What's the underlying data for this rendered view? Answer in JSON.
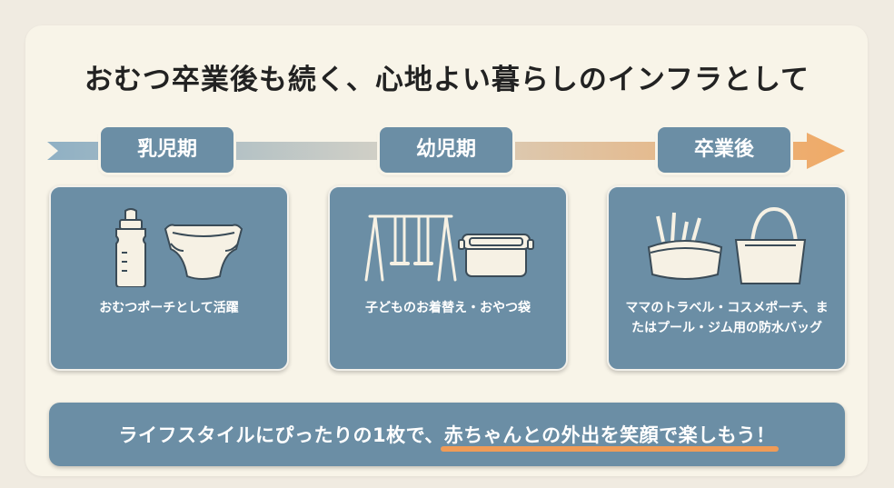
{
  "title": "おむつ卒業後も続く、心地よい暮らしのインフラとして",
  "stages": [
    {
      "label": "乳児期"
    },
    {
      "label": "幼児期"
    },
    {
      "label": "卒業後"
    }
  ],
  "cards": [
    {
      "description": "おむつポーチとして活躍",
      "icons": [
        "baby-bottle-icon",
        "diaper-icon"
      ]
    },
    {
      "description": "子どものお着替え・おやつ袋",
      "icons": [
        "swing-icon",
        "lunch-box-icon"
      ]
    },
    {
      "description": "ママのトラベル・コスメポーチ、またはプール・ジム用の防水バッグ",
      "icons": [
        "cosmetic-pouch-icon",
        "tote-bag-icon"
      ]
    }
  ],
  "bottom": {
    "text_before": "ライフスタイルにぴったりの1枚で、",
    "text_highlight": "赤ちゃんとの外出を笑顔で楽しもう！"
  },
  "colors": {
    "background": "#f0ebe1",
    "panel": "#f8f4e8",
    "card": "#6b8ea5",
    "accent_orange": "#ef9b57",
    "timeline_start": "#8fb0c4"
  }
}
